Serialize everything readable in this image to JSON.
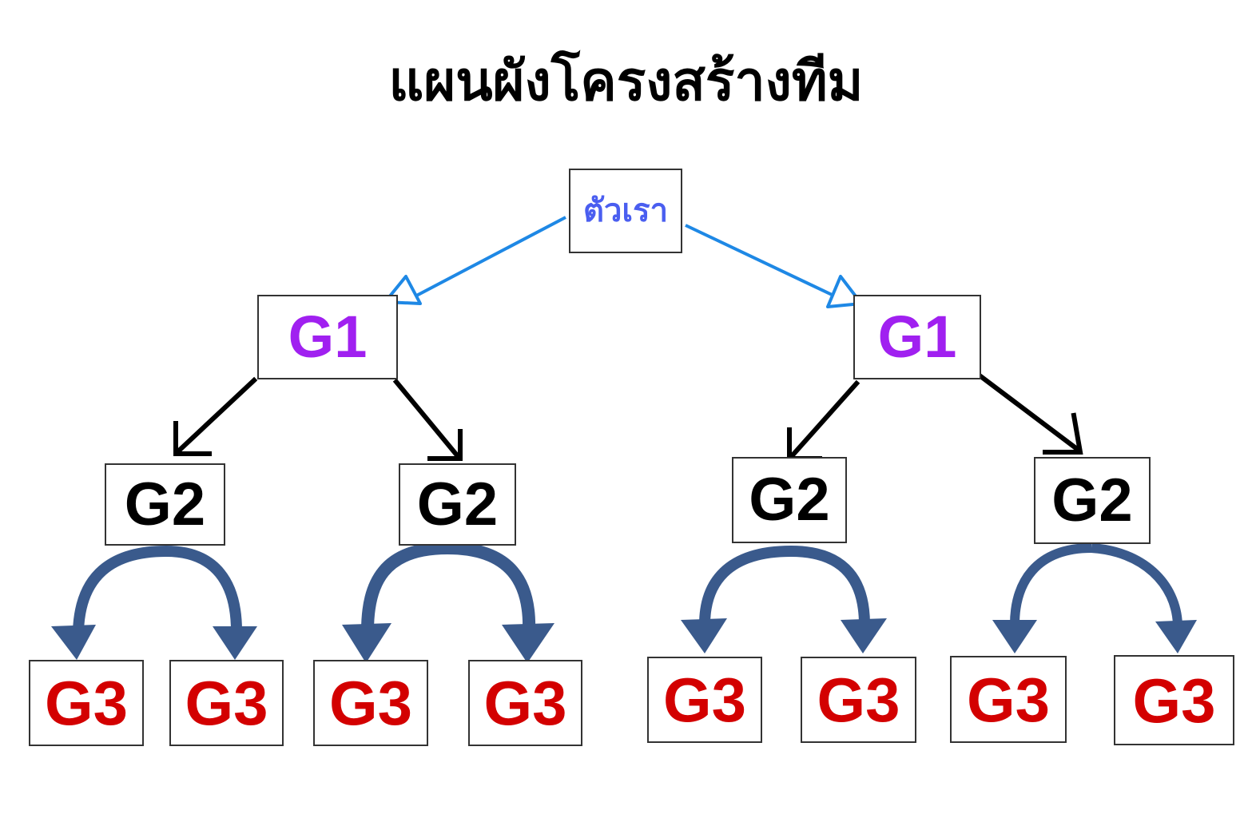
{
  "title": "แผนผังโครงสร้างทีม",
  "colors": {
    "root_text": "#4a5ef0",
    "g1_text": "#a020f0",
    "g2_text": "#000000",
    "g3_text": "#d30000",
    "root_link": "#1e88e5",
    "g1_link": "#000000",
    "g2_link": "#3a5a8c",
    "border": "#333333"
  },
  "nodes": {
    "root": {
      "label": "ตัวเรา"
    },
    "g1_left": {
      "label": "G1"
    },
    "g1_right": {
      "label": "G1"
    },
    "g2": [
      {
        "label": "G2"
      },
      {
        "label": "G2"
      },
      {
        "label": "G2"
      },
      {
        "label": "G2"
      }
    ],
    "g3": [
      {
        "label": "G3"
      },
      {
        "label": "G3"
      },
      {
        "label": "G3"
      },
      {
        "label": "G3"
      },
      {
        "label": "G3"
      },
      {
        "label": "G3"
      },
      {
        "label": "G3"
      },
      {
        "label": "G3"
      }
    ]
  }
}
